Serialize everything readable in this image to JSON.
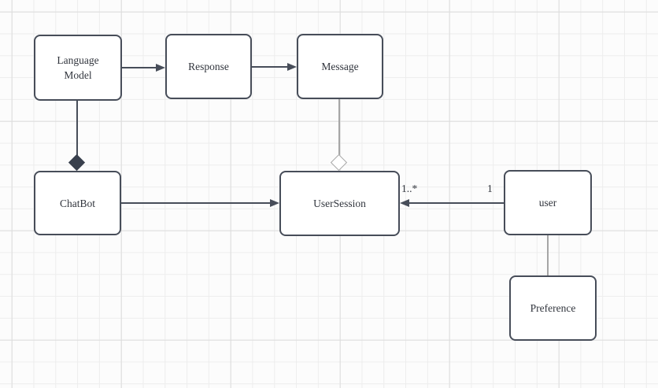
{
  "diagram": {
    "nodes": [
      {
        "id": "language-model",
        "label": "Language Model"
      },
      {
        "id": "response",
        "label": "Response"
      },
      {
        "id": "message",
        "label": "Message"
      },
      {
        "id": "chatbot",
        "label": "ChatBot"
      },
      {
        "id": "user-session",
        "label": "UserSession"
      },
      {
        "id": "user",
        "label": "user"
      },
      {
        "id": "preference",
        "label": "Preference"
      }
    ],
    "edges": [
      {
        "from": "language-model",
        "to": "response",
        "type": "arrow"
      },
      {
        "from": "response",
        "to": "message",
        "type": "arrow"
      },
      {
        "from": "language-model",
        "to": "chatbot",
        "type": "composition-filled-diamond"
      },
      {
        "from": "message",
        "to": "user-session",
        "type": "aggregation-hollow-diamond"
      },
      {
        "from": "chatbot",
        "to": "user-session",
        "type": "arrow"
      },
      {
        "from": "user",
        "to": "user-session",
        "type": "arrow",
        "source_multiplicity": "1",
        "target_multiplicity": "1..*"
      },
      {
        "from": "user",
        "to": "preference",
        "type": "line"
      }
    ],
    "edge_labels": {
      "usersession_multiplicity": "1..*",
      "user_multiplicity": "1"
    },
    "colors": {
      "node_border": "#474d59",
      "edge_dark": "#474d59",
      "edge_light": "#a6a6a6",
      "node_fill": "#ffffff",
      "canvas_bg": "#fcfcfc",
      "grid_minor": "#ededed",
      "grid_major": "#dcdcdc",
      "text": "#31353d"
    }
  }
}
